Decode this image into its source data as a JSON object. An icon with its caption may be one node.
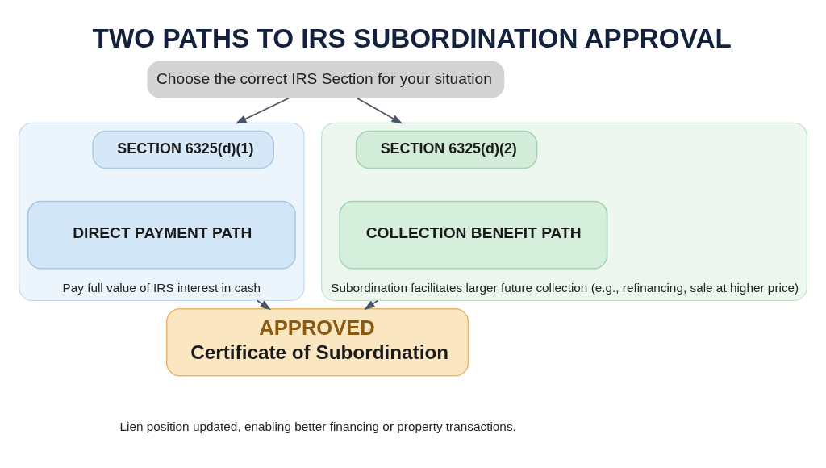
{
  "diagram": {
    "title": "TWO PATHS TO IRS SUBORDINATION APPROVAL",
    "nodes": [
      {
        "text": [
          "Choose the correct IRS Section for your situation"
        ]
      },
      {
        "text": [
          "Pay full value of IRS interest in cash"
        ]
      },
      {
        "text": [
          "SECTION 6325(d)(1)"
        ],
        "in": 1
      },
      {
        "text": [
          "DIRECT PAYMENT PATH"
        ],
        "in": 1
      },
      {
        "text": [
          "Subordination facilitates larger future collection (e.g., refinancing, sale at higher price)"
        ]
      },
      {
        "text": [
          "SECTION 6325(d)(2)"
        ],
        "in": 4
      },
      {
        "text": [
          "COLLECTION BENEFIT PATH"
        ],
        "in": 4
      },
      {
        "text": [
          "APPROVED",
          "Certificate of Subordination"
        ],
        "beside": [
          "Lien position updated, enabling better financing or property transactions."
        ]
      }
    ],
    "edges": [
      {
        "from": 0,
        "to": 1,
        "arrow": "to"
      },
      {
        "from": 0,
        "to": 4,
        "arrow": "to"
      },
      {
        "from": 1,
        "to": 7,
        "arrow": "to"
      },
      {
        "from": 4,
        "to": 7,
        "arrow": "to"
      }
    ]
  }
}
